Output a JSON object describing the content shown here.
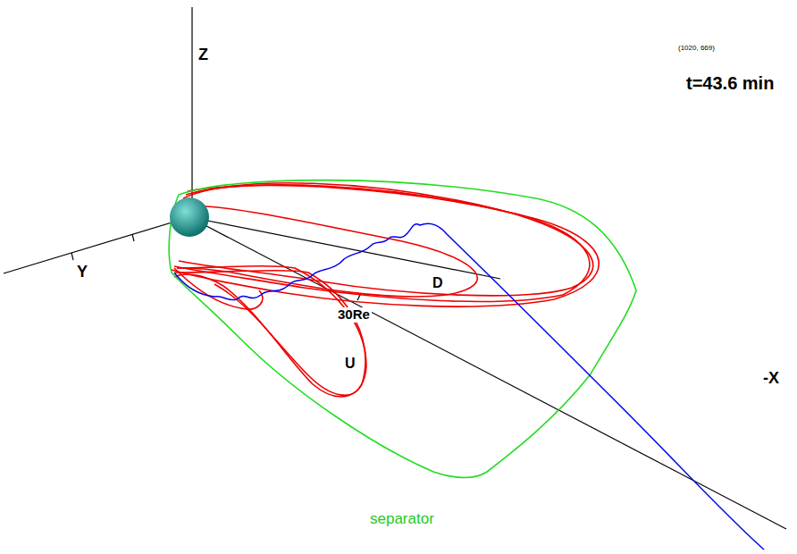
{
  "diagram": {
    "labels": [
      "(1020, 669)",
      "t=43.6 min",
      "Z",
      "Y",
      "30Re",
      "D",
      "U",
      "-X",
      "separator"
    ]
  }
}
